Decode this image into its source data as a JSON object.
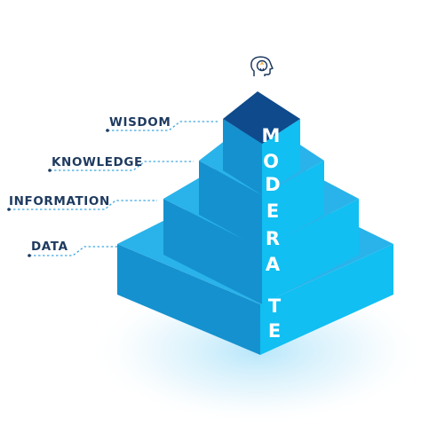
{
  "tiers": [
    {
      "label": "WISDOM"
    },
    {
      "label": "KNOWLEDGE"
    },
    {
      "label": "INFORMATION"
    },
    {
      "label": "DATA"
    }
  ],
  "side_word": "MODERATE",
  "side_letters": [
    "M",
    "O",
    "D",
    "E",
    "R",
    "A",
    "T",
    "E"
  ],
  "icon": "head-with-lightbulb-icon",
  "colors": {
    "top_cube": "#0e4a8c",
    "top_face": "#29b3ea",
    "left_face": "#1591cf",
    "right_face": "#11bff2",
    "label": "#1e3a5f",
    "leader": "#3fa7e0"
  }
}
